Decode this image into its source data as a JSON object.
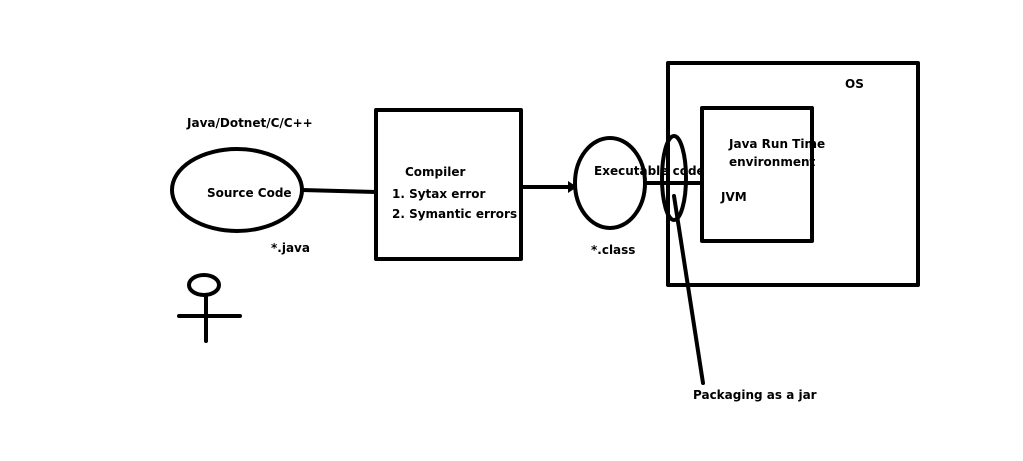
{
  "diagram": {
    "languages_label": "Java/Dotnet/C/C++",
    "source_code_label": "Source Code",
    "source_ext_label": "*.java",
    "compiler": {
      "title": "Compiler",
      "items": [
        "1. Sytax error",
        "2. Symantic errors"
      ]
    },
    "executable_label": "Executable code",
    "class_ext_label": "*.class",
    "os_label": "OS",
    "jre_label_line1": "Java Run Time",
    "jre_label_line2": "environment",
    "jvm_label": "JVM",
    "packaging_label": "Packaging as a jar"
  },
  "colors": {
    "ink": "#000000",
    "background": "#ffffff"
  }
}
